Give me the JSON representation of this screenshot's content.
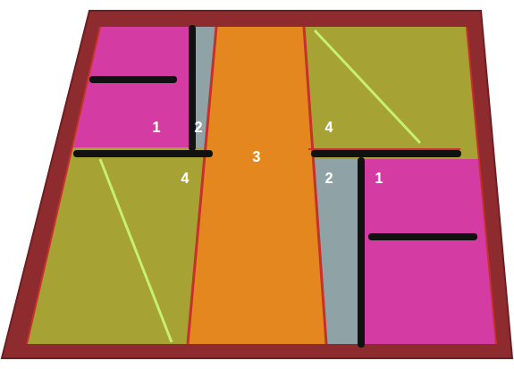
{
  "diagram": {
    "labels": [
      "1",
      "2",
      "4",
      "3",
      "4",
      "2",
      "1"
    ]
  }
}
